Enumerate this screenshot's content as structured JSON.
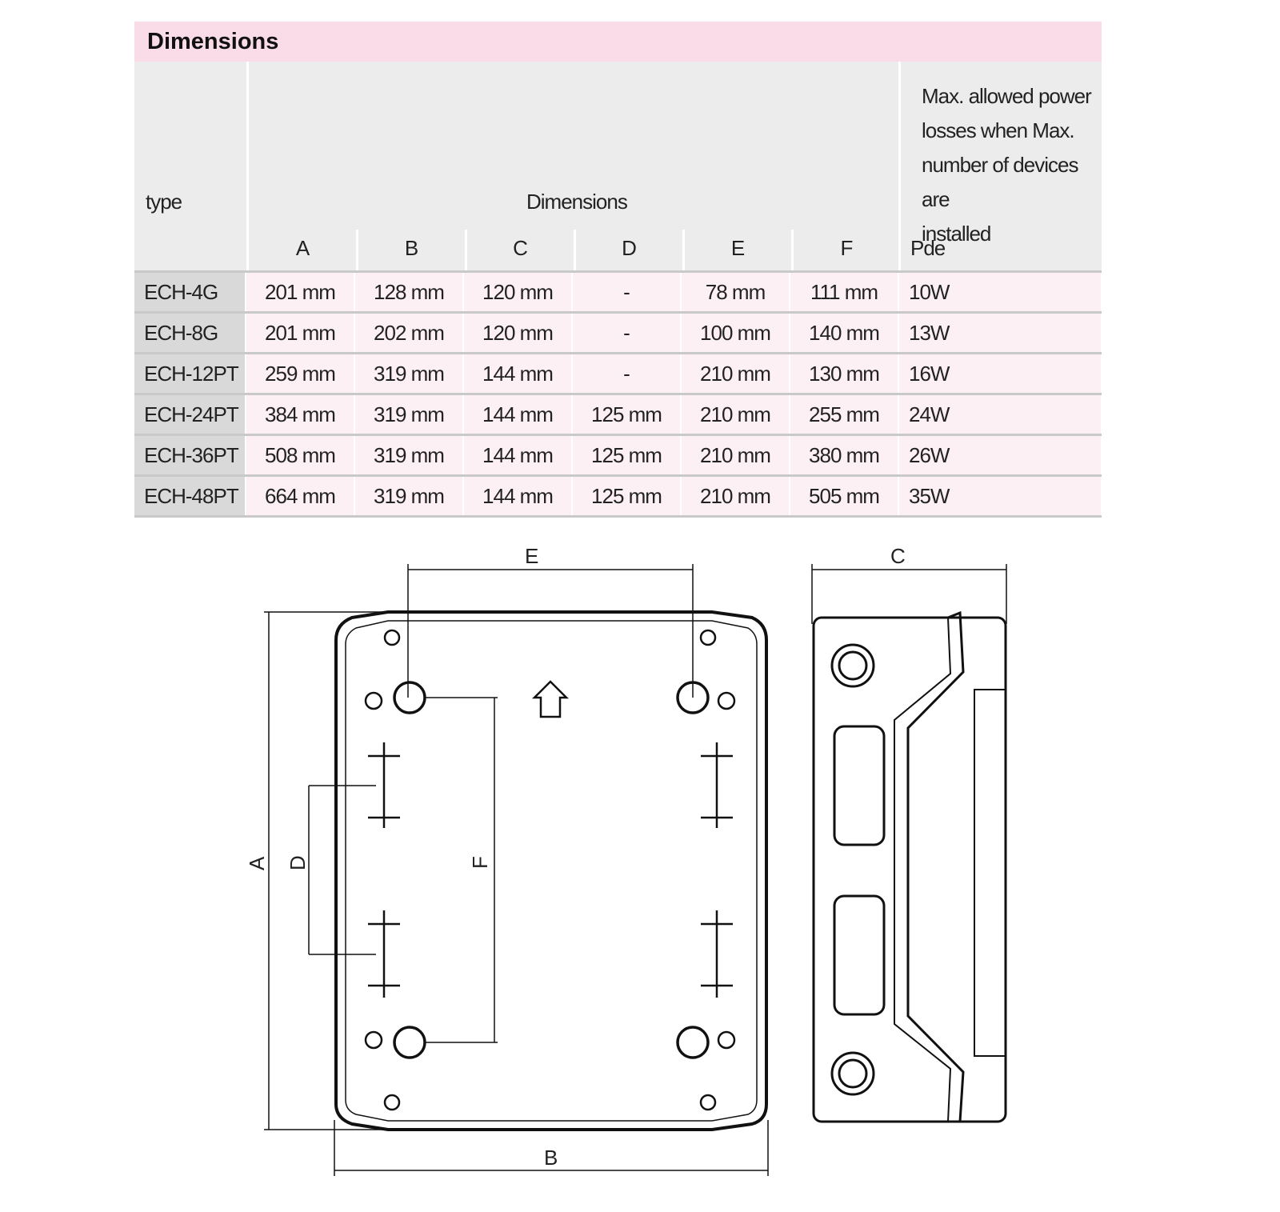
{
  "title": "Dimensions",
  "header": {
    "type": "type",
    "group": "Dimensions",
    "columns": [
      "A",
      "B",
      "C",
      "D",
      "E",
      "F"
    ],
    "power_lines": [
      "Max. allowed power",
      "losses when Max.",
      "number of devices are",
      "installed"
    ],
    "power_col": "Pde"
  },
  "rows": [
    {
      "type": "ECH-4G",
      "values": [
        "201 mm",
        "128 mm",
        "120 mm",
        "-",
        "78 mm",
        "111 mm"
      ],
      "pde": "10W"
    },
    {
      "type": "ECH-8G",
      "values": [
        "201 mm",
        "202 mm",
        "120 mm",
        "-",
        "100 mm",
        "140 mm"
      ],
      "pde": "13W"
    },
    {
      "type": "ECH-12PT",
      "values": [
        "259 mm",
        "319 mm",
        "144 mm",
        "-",
        "210 mm",
        "130 mm"
      ],
      "pde": "16W"
    },
    {
      "type": "ECH-24PT",
      "values": [
        "384 mm",
        "319 mm",
        "144 mm",
        "125 mm",
        "210 mm",
        "255 mm"
      ],
      "pde": "24W"
    },
    {
      "type": "ECH-36PT",
      "values": [
        "508 mm",
        "319 mm",
        "144 mm",
        "125 mm",
        "210 mm",
        "380 mm"
      ],
      "pde": "26W"
    },
    {
      "type": "ECH-48PT",
      "values": [
        "664 mm",
        "319 mm",
        "144 mm",
        "125 mm",
        "210 mm",
        "505 mm"
      ],
      "pde": "35W"
    }
  ],
  "drawing": {
    "labels": {
      "A": "A",
      "B": "B",
      "C": "C",
      "D": "D",
      "E": "E",
      "F": "F"
    }
  }
}
